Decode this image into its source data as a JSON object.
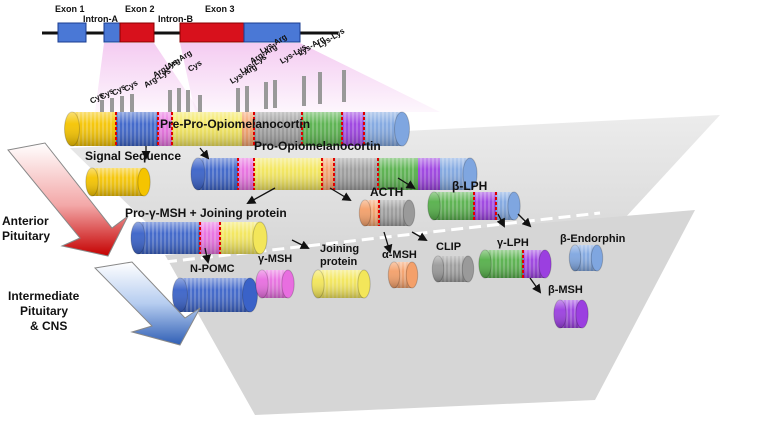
{
  "gene": {
    "exons": [
      "Exon 1",
      "Exon 2",
      "Exon 3"
    ],
    "introns": [
      "Intron-A",
      "Intron-B"
    ]
  },
  "cleavage_sites": [
    "Cys",
    "Cys",
    "Cys",
    "Cys",
    "Arg-Lys",
    "Arg-Arg",
    "Lys-Arg",
    "Cys",
    "Lys-Arg",
    "Lys-Lys",
    "Arg-Arg",
    "Lys-Arg",
    "Lys-Lys",
    "Lys-Arg",
    "Lys-Lys"
  ],
  "peptides": {
    "pre_pro": "Pre-Pro-Opiomelanocortin",
    "signal": "Signal Sequence",
    "pomc": "Pro-Opiomelanocortin",
    "pro_gamma": "Pro-γ-MSH + Joining protein",
    "acth": "ACTH",
    "beta_lph": "β-LPH",
    "n_pomc": "N-POMC",
    "gamma_msh": "γ-MSH",
    "joining_1": "Joining",
    "joining_2": "protein",
    "alpha_msh": "α-MSH",
    "clip": "CLIP",
    "gamma_lph": "γ-LPH",
    "beta_endorphin": "β-Endorphin",
    "beta_msh": "β-MSH"
  },
  "tissues": {
    "anterior_1": "Anterior",
    "anterior_2": "Pituitary",
    "intermediate_1": "Intermediate",
    "intermediate_2": "Pituitary",
    "intermediate_3": "& CNS"
  },
  "colors": {
    "signal": "#f5c400",
    "n_pomc": "#3a62c8",
    "gamma_msh": "#e86ee0",
    "joining": "#f3e65a",
    "alpha_msh": "#f4a06a",
    "clip": "#9a9a9a",
    "gamma_lph": "#56b04a",
    "beta_msh": "#9b3fe0",
    "beta_endorphin": "#7fa6e0",
    "exon_blue": "#4a78d6",
    "exon_red": "#d8111c",
    "cleave": "#e00000"
  }
}
